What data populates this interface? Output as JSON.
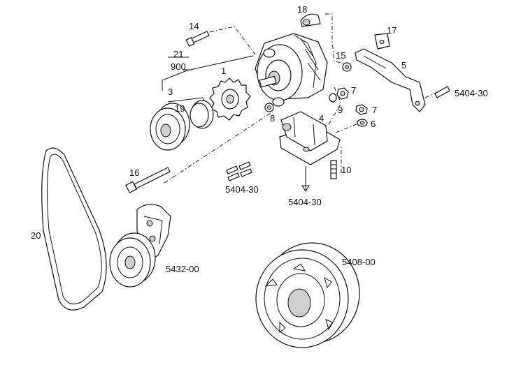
{
  "labels": {
    "p1": "1",
    "p3": "3",
    "p4": "4",
    "p5": "5",
    "p6": "6",
    "p7a": "7",
    "p7b": "7",
    "p8": "8",
    "p9": "9",
    "p10": "10",
    "p14": "14",
    "p15": "15",
    "p16": "16",
    "p17": "17",
    "p18": "18",
    "p19": "19",
    "p20": "20",
    "p21": "21",
    "p900": "900",
    "ref_5404_30_right": "5404-30",
    "ref_5404_30_mid": "5404-30",
    "ref_5404_30_bottom": "5404-30",
    "ref_5432_00": "5432-00",
    "ref_5408_00": "5408-00"
  }
}
